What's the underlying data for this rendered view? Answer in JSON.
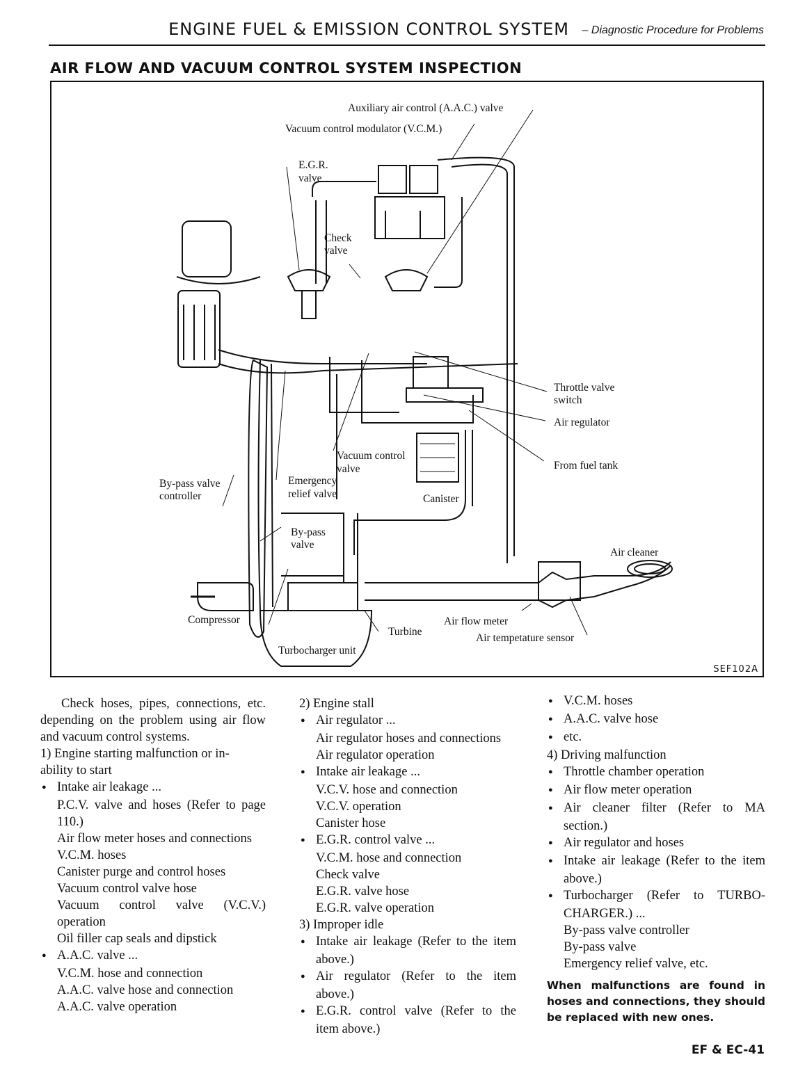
{
  "header": {
    "title": "ENGINE FUEL & EMISSION CONTROL SYSTEM",
    "subtitle": "– Diagnostic Procedure for Problems"
  },
  "section_title": "AIR FLOW AND VACUUM CONTROL SYSTEM INSPECTION",
  "figure": {
    "labels": {
      "aac": "Auxiliary air control (A.A.C.) valve",
      "vcm": "Vacuum control modulator (V.C.M.)",
      "egr1": "E.G.R.",
      "egr2": "valve",
      "check1": "Check",
      "check2": "valve",
      "throttle1": "Throttle valve",
      "throttle2": "switch",
      "air_reg": "Air regulator",
      "fuel_tank": "From fuel tank",
      "vcv1": "Vacuum control",
      "vcv2": "valve",
      "bypass_ctrl1": "By-pass valve",
      "bypass_ctrl2": "controller",
      "emerg1": "Emergency",
      "emerg2": "relief valve",
      "canister": "Canister",
      "bypass1": "By-pass",
      "bypass2": "valve",
      "air_cleaner": "Air cleaner",
      "compressor": "Compressor",
      "turbine": "Turbine",
      "afm": "Air flow meter",
      "ats": "Air tempetature sensor",
      "turbo": "Turbocharger unit"
    },
    "ref": "SEF102A"
  },
  "col1": {
    "intro": "Check hoses, pipes, connections, etc. depending on the problem using air flow and vacuum control systems.",
    "h1a": "1) Engine starting malfunction or in-",
    "h1b": "ability to start",
    "b1": "Intake air leakage ...",
    "i1": "P.C.V. valve and hoses (Refer to page 110.)",
    "i2": "Air flow meter hoses and connections",
    "i3": "V.C.M. hoses",
    "i4": "Canister purge and control hoses",
    "i5": "Vacuum control valve hose",
    "i6": "Vacuum control valve (V.C.V.) operation",
    "i7": "Oil filler cap seals and dipstick",
    "b2": "A.A.C. valve ...",
    "i8": "V.C.M. hose and connection",
    "i9": "A.A.C. valve hose and connection",
    "i10": "A.A.C. valve operation"
  },
  "col2": {
    "h2": "2) Engine stall",
    "b1": "Air regulator ...",
    "i1": "Air regulator hoses and connections",
    "i2": "Air regulator operation",
    "b2": "Intake air leakage ...",
    "i3": "V.C.V. hose and connection",
    "i4": "V.C.V. operation",
    "i5": "Canister hose",
    "b3": "E.G.R. control valve ...",
    "i6": "V.C.M. hose and connection",
    "i7": "Check valve",
    "i8": "E.G.R. valve hose",
    "i9": "E.G.R. valve operation",
    "h3": "3) Improper idle",
    "b4": "Intake air leakage (Refer to the item above.)",
    "b5": "Air regulator (Refer to the item above.)",
    "b6": "E.G.R. control valve (Refer to the item above.)"
  },
  "col3": {
    "b1": "V.C.M. hoses",
    "b2": "A.A.C. valve hose",
    "b3": "etc.",
    "h4": "4) Driving malfunction",
    "b4": "Throttle chamber operation",
    "b5": "Air flow meter operation",
    "b6": "Air cleaner filter (Refer to MA section.)",
    "b7": "Air regulator and hoses",
    "b8": "Intake air leakage (Refer to the item above.)",
    "b9": "Turbocharger (Refer to TURBO-CHARGER.) ...",
    "i1": "By-pass valve controller",
    "i2": "By-pass valve",
    "i3": "Emergency relief valve, etc.",
    "note": "When malfunctions are found in hoses and connections, they should be replaced with new ones."
  },
  "page_number": "EF & EC-41"
}
